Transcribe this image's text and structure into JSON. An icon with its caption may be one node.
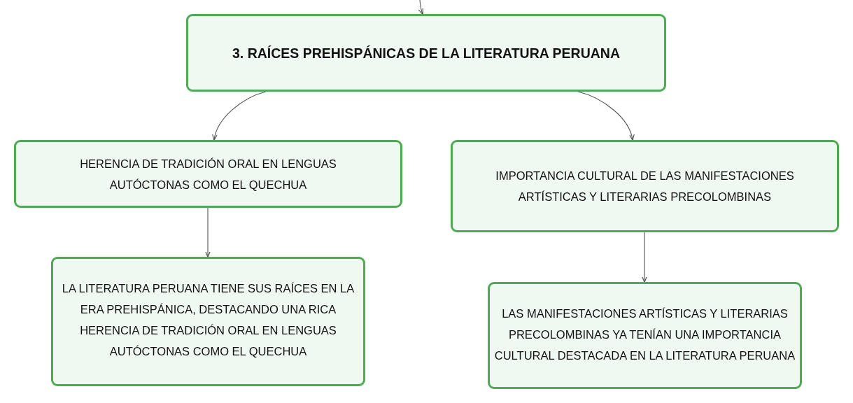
{
  "diagram": {
    "nodes": [
      {
        "text": [
          "3. RAÍCES PREHISPÁNICAS DE LA LITERATURA PERUANA"
        ]
      },
      {
        "text": [
          "HERENCIA DE TRADICIÓN ORAL EN LENGUAS AUTÓCTONAS COMO EL QUECHUA"
        ]
      },
      {
        "text": [
          "IMPORTANCIA CULTURAL DE LAS MANIFESTACIONES ARTÍSTICAS Y LITERARIAS PRECOLOMBINAS"
        ]
      },
      {
        "text": [
          "LA LITERATURA PERUANA TIENE SUS RAÍCES EN LA ERA PREHISPÁNICA, DESTACANDO UNA RICA HERENCIA DE TRADICIÓN ORAL EN LENGUAS AUTÓCTONAS COMO EL QUECHUA"
        ]
      },
      {
        "text": [
          "LAS MANIFESTACIONES ARTÍSTICAS Y LITERARIAS PRECOLOMBINAS YA TENÍAN UNA IMPORTANCIA CULTURAL DESTACADA EN LA LITERATURA PERUANA"
        ]
      }
    ],
    "edges": [
      {
        "from": null,
        "to": 0,
        "arrow": "to"
      },
      {
        "from": 0,
        "to": 1,
        "arrow": "to"
      },
      {
        "from": 0,
        "to": 2,
        "arrow": "to"
      },
      {
        "from": 1,
        "to": 3,
        "arrow": "to"
      },
      {
        "from": 2,
        "to": 4,
        "arrow": "to"
      }
    ]
  }
}
